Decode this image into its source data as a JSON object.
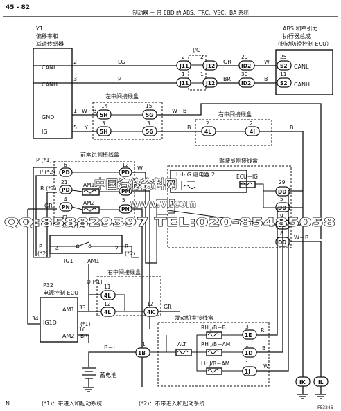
{
  "header": {
    "page": "45 - 82",
    "title": "制动器  －  带 EBD 的 ABS、TRC、VSC、BA 系统"
  },
  "y1": {
    "id": "Y1",
    "name1": "偏移率和",
    "name2": "减速传感器"
  },
  "y1_pins": {
    "canl": "CANL",
    "canh": "CANH",
    "gnd": "GND",
    "ig": "IG"
  },
  "abs": {
    "line1": "ABS 和牵引力",
    "line2": "执行器总成",
    "line3": "（制动防滑控制 ECU）"
  },
  "abs_pins": {
    "canl": "CANL",
    "canh": "CANH"
  },
  "jc": "J/C",
  "left_jb": "左中间接线盒",
  "right_jb": "右中间接线盒",
  "passenger_jb": "前乘员侧接线盒",
  "driver_jb": "驾驶员侧接线盒",
  "relay": "LH-IG 继电器 2",
  "ecu_ig": "ECU－IG",
  "i7": {
    "id": "I7",
    "name": "点火开关",
    "ig1": "IG1",
    "am1": "AM1"
  },
  "p32": {
    "id": "P32",
    "name": "电源控制 ECU",
    "am1": "AM1",
    "am2": "AM2",
    "ig1d": "IG1D"
  },
  "right_jb2": "右中间接线盒",
  "engine_jb": "发动机室接线盒",
  "rh1": "RH J/B－B",
  "rh2": "RH J/B－AM",
  "lh": "LH J/B－AM",
  "alt": "ALT",
  "battery": "蓄电池",
  "fuse_am1": "AM1",
  "fuse_am2": "AM2",
  "wire": {
    "lg": "LG",
    "p": "P",
    "gr": "GR",
    "br": "BR",
    "w": "W",
    "b": "B",
    "wb": "W－B",
    "y": "Y",
    "r": "R",
    "bl": "B－L"
  },
  "conn": {
    "j11": "J11",
    "j12": "J12",
    "id2": "ID2",
    "s2": "S2",
    "h5": "5H",
    "g5": "5G",
    "l4": "4L",
    "i4": "4I",
    "pd": "PD",
    "pm": "PM",
    "pn": "PN",
    "dd": "DD",
    "k4": "4K",
    "e1": "1E",
    "d1": "1D",
    "j1": "1J",
    "b1": "1B",
    "ik": "IK",
    "il": "IL"
  },
  "pin_nums": {
    "n1": "1",
    "n2": "2",
    "n3": "3",
    "n4": "4",
    "n5": "5",
    "n6": "6",
    "n8": "8",
    "n9": "9",
    "n11": "11",
    "n12": "12",
    "n14": "14",
    "n15": "15",
    "n16": "16",
    "n21": "21",
    "n25": "25",
    "n29": "29",
    "n30": "30",
    "n33": "33",
    "n34": "34"
  },
  "labels": {
    "p1": "P (*1)",
    "p2": "P (*2)",
    "r2": "R (*2)",
    "gr": "GR",
    "p_small": "P",
    "star2": "(*2)",
    "r_small": "R",
    "o1": "O (*1)",
    "star1": "(*1)",
    "br": "BR"
  },
  "footnote": {
    "note1": "(*1)：带进入和起动系统",
    "note2": "(*2)：不带进入和起动系统",
    "corner": "N",
    "code": "F53246"
  },
  "watermark": {
    "line1": "中国汽修资料网",
    "line2": "www.vi.com",
    "line3": "QQ:858829397 TEL:020-85485058"
  }
}
